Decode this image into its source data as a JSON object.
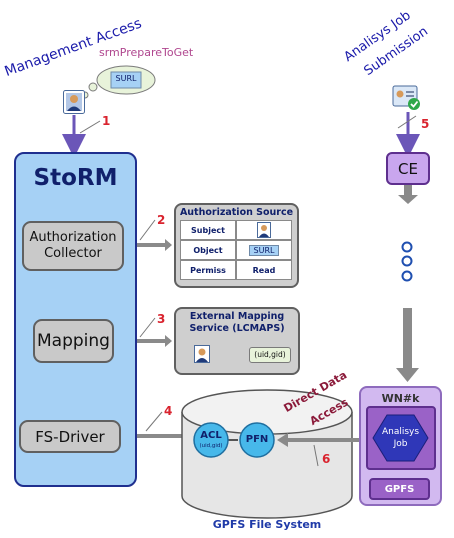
{
  "headings": {
    "management_access": "Management Access",
    "job_submission_line1": "Analisys Job",
    "job_submission_line2": "Submission"
  },
  "srm_call": {
    "label": "srmPrepareToGet",
    "bubble_text": "SURL"
  },
  "storm": {
    "title": "StoRM",
    "modules": {
      "authorization_collector_line1": "Authorization",
      "authorization_collector_line2": "Collector",
      "mapping": "Mapping",
      "fs_driver": "FS-Driver"
    }
  },
  "authorization_source": {
    "title": "Authorization Source",
    "rows": [
      {
        "key": "Subject",
        "value": ""
      },
      {
        "key": "Object",
        "value": "SURL"
      },
      {
        "key": "Permiss",
        "value": "Read"
      }
    ]
  },
  "external_mapping": {
    "title_line1": "External Mapping",
    "title_line2": "Service (LCMAPS)",
    "mapping_result": "(uid,gid)"
  },
  "filesystem": {
    "label": "GPFS File System",
    "acl_label": "ACL",
    "acl_sub": "(uid,gid)",
    "pfn_label": "PFN"
  },
  "compute": {
    "ce_label": "CE",
    "worker_node": "WN#k",
    "job_line1": "Analisys",
    "job_line2": "Job",
    "gpfs_label": "GPFS"
  },
  "direct_access": {
    "line1": "Direct Data",
    "line2": "Access"
  },
  "step_numbers": [
    "1",
    "2",
    "3",
    "4",
    "5",
    "6"
  ],
  "colors": {
    "heading_blue": "#1a1aaa",
    "storm_fill": "#a6d1f5",
    "arrow_purple": "#6b56b8",
    "direct_access_maroon": "#8b1a3a",
    "step_red": "#d9232e",
    "ce_purple": "#c9a6ee",
    "disk_fill": "#e6e6e6"
  }
}
